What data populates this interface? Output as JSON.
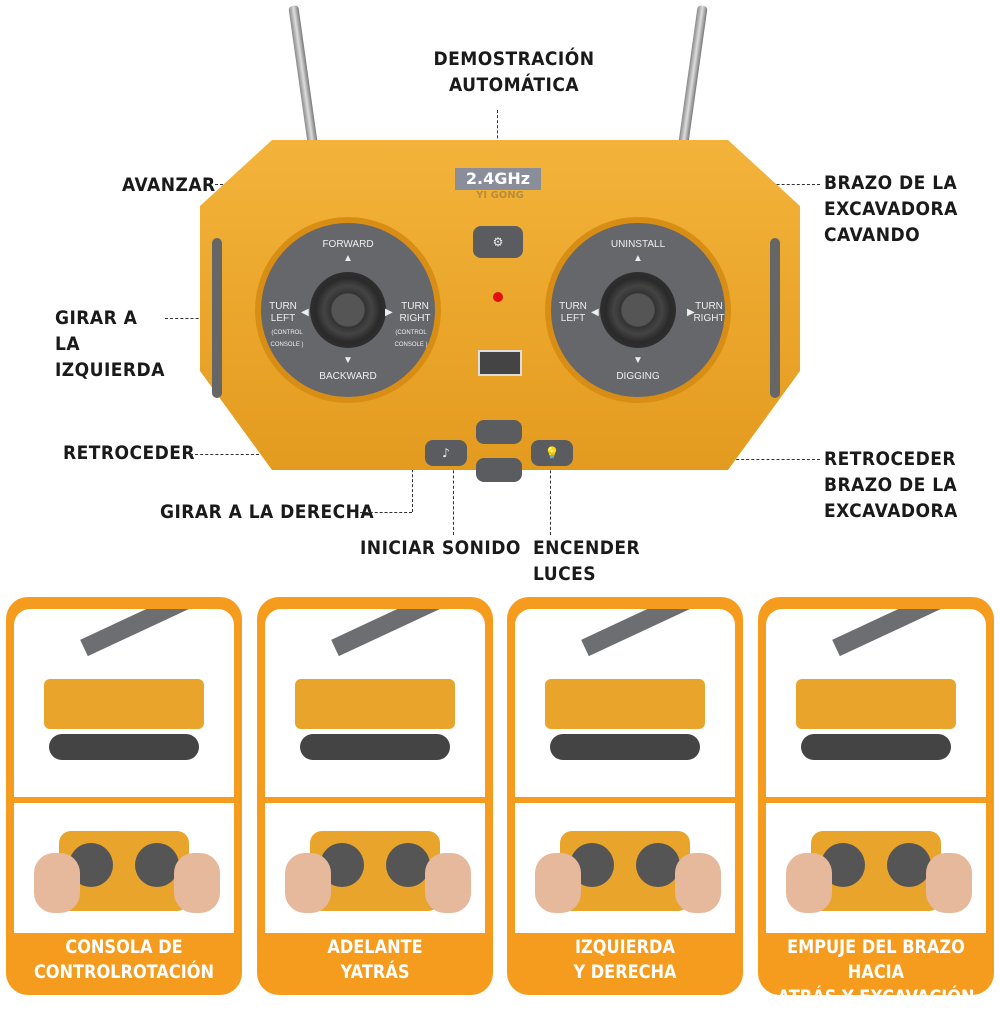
{
  "remote": {
    "frequency": "2.4GHz",
    "brand": "YI GONG",
    "left_stick": {
      "up": "FORWARD",
      "down": "BACKWARD",
      "left": "TURN LEFT",
      "right": "TURN RIGHT",
      "left_note": "(CONTROL CONSOLE )",
      "right_note": "(CONTROL CONSOLE )"
    },
    "right_stick": {
      "up": "UNINSTALL",
      "down": "DIGGING",
      "left": "TURN LEFT",
      "right": "TURN RIGHT"
    },
    "icons": {
      "demo": "gear-play-icon",
      "sound": "sound-icon",
      "lights": "bulb-icon"
    }
  },
  "callouts": {
    "demo": "DEMOSTRACIÓN AUTOMÁTICA",
    "forward": "AVANZAR",
    "turn_left": "GIRAR A LA IZQUIERDA",
    "backward": "RETROCEDER",
    "turn_right": "GIRAR A LA DERECHA",
    "sound": "INICIAR SONIDO",
    "lights": "ENCENDER LUCES",
    "arm_dig": "BRAZO DE LA EXCAVADORA CAVANDO",
    "arm_back": "RETROCEDER BRAZO DE LA EXCAVADORA"
  },
  "panels": [
    {
      "caption_1": "CONSOLA DE",
      "caption_2": "CONTROLROTACIÓN"
    },
    {
      "caption_1": "ADELANTE",
      "caption_2": "YATRÁS"
    },
    {
      "caption_1": "IZQUIERDA",
      "caption_2": "Y DERECHA"
    },
    {
      "caption_1": "EMPUJE DEL BRAZO HACIA",
      "caption_2": "ATRÁS Y EXCAVACIÓN"
    }
  ],
  "colors": {
    "orange": "#f59c1e",
    "remote": "#eaa52a"
  }
}
